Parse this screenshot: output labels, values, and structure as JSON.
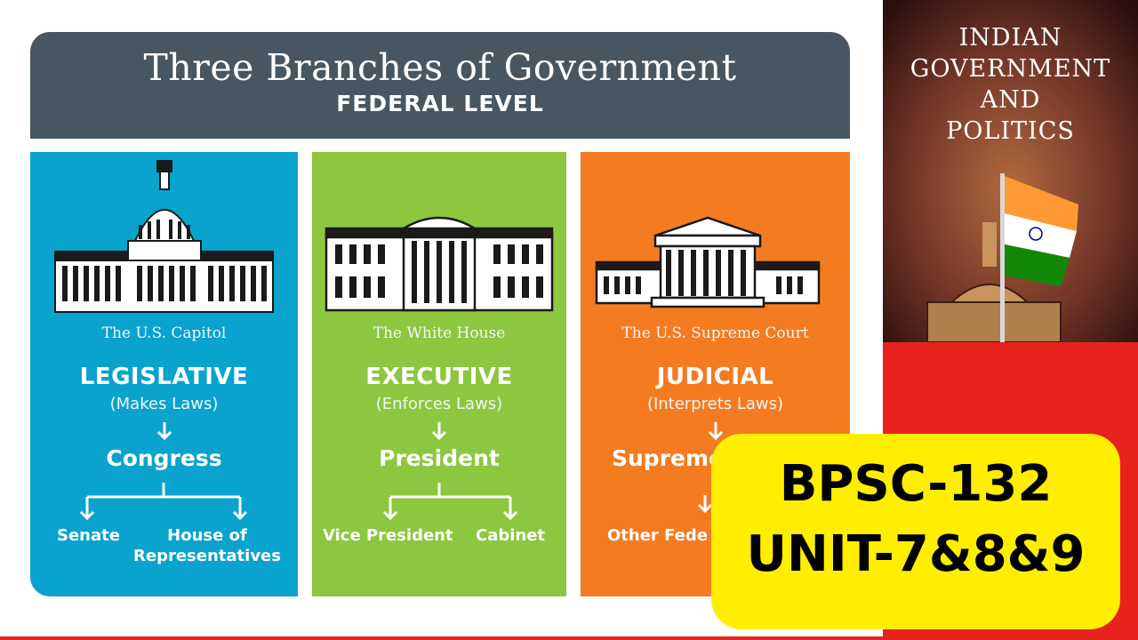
{
  "diagram": {
    "title": "Three Branches of Government",
    "subtitle": "FEDERAL LEVEL",
    "branches": [
      {
        "building": "The U.S. Capitol",
        "name": "LEGISLATIVE",
        "role": "(Makes Laws)",
        "head": "Congress",
        "subs": [
          "Senate",
          "House of",
          "Representatives"
        ]
      },
      {
        "building": "The White House",
        "name": "EXECUTIVE",
        "role": "(Enforces Laws)",
        "head": "President",
        "subs": [
          "Vice President",
          "Cabinet"
        ]
      },
      {
        "building": "The U.S. Supreme Court",
        "name": "JUDICIAL",
        "role": "(Interprets Laws)",
        "head": "Supreme C",
        "subs": [
          "Other Fede"
        ]
      }
    ]
  },
  "book": {
    "title_lines": [
      "INDIAN",
      "GOVERNMENT",
      "AND",
      "POLITICS"
    ]
  },
  "badge": {
    "line1": "BPSC-132",
    "line2": "UNIT-7&8&9"
  },
  "colors": {
    "header": "#475660",
    "legislative": "#0aa3cd",
    "executive": "#8dc63f",
    "judicial": "#f47b20",
    "badge": "#ffee00",
    "red": "#e8231e"
  }
}
